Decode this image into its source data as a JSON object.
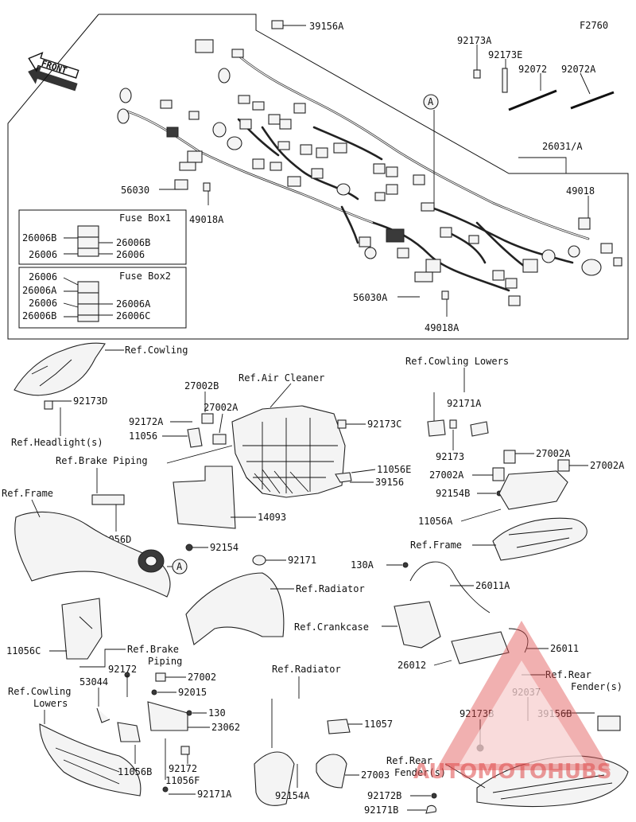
{
  "figure_code": "F2760",
  "front_label": "FRONT",
  "watermark": "AUTOMOTOHUBS",
  "fuse_box_1": {
    "title": "Fuse Box1",
    "left_labels": [
      "26006B",
      "26006"
    ],
    "right_labels": [
      "26006B",
      "26006"
    ]
  },
  "fuse_box_2": {
    "title": "Fuse Box2",
    "left_labels": [
      "26006",
      "26006A",
      "26006",
      "26006B"
    ],
    "right_labels": [
      "26006A",
      "26006C"
    ]
  },
  "part_labels": {
    "p39156A": "39156A",
    "p92173A": "92173A",
    "p92173E": "92173E",
    "p92072": "92072",
    "p92072A": "92072A",
    "p26031A": "26031/A",
    "p49018": "49018",
    "p56030": "56030",
    "p49018A_1": "49018A",
    "p56030A": "56030A",
    "p49018A_2": "49018A",
    "callout_A": "A",
    "refCowling": "Ref.Cowling",
    "p92173D": "92173D",
    "refHeadlight": "Ref.Headlight(s)",
    "p27002B": "27002B",
    "p27002A_1": "27002A",
    "p92172A": "92172A",
    "p11056": "11056",
    "refAirCleaner": "Ref.Air Cleaner",
    "p92173C": "92173C",
    "refBrakePiping": "Ref.Brake Piping",
    "p11056E": "11056E",
    "p39156": "39156",
    "refFrame_1": "Ref.Frame",
    "p14093": "14093",
    "p11056D": "11056D",
    "p92154": "92154",
    "refCowlingLowers_1": "Ref.Cowling Lowers",
    "p92171A_1": "92171A",
    "p92173": "92173",
    "p27002A_2": "27002A",
    "p27002A_3": "27002A",
    "p27002A_4": "27002A",
    "p92154B": "92154B",
    "p11056A": "11056A",
    "refFrame_2": "Ref.Frame",
    "p92171": "92171",
    "refRadiator_1": "Ref.Radiator",
    "p130A": "130A",
    "p26011A": "26011A",
    "refCrankcase": "Ref.Crankcase",
    "p11056C": "11056C",
    "refBrakePiping2_line1": "Ref.Brake",
    "refBrakePiping2_line2": "Piping",
    "p26011": "26011",
    "p26012": "26012",
    "refRearFender_1_line1": "Ref.Rear",
    "refRearFender_1_line2": "Fender(s)",
    "p92172": "92172",
    "p53044": "53044",
    "p27002": "27002",
    "refCowlingLowers_2_line1": "Ref.Cowling",
    "refCowlingLowers_2_line2": "Lowers",
    "p92015": "92015",
    "p130": "130",
    "p23062": "23062",
    "refRadiator_2": "Ref.Radiator",
    "p92037": "92037",
    "p92173B": "92173B",
    "p39156B": "39156B",
    "p11057": "11057",
    "p11056B": "11056B",
    "p92172_2": "92172",
    "p11056F": "11056F",
    "p92171A_2": "92171A",
    "p27003": "27003",
    "refRearFender_2_line1": "Ref.Rear",
    "refRearFender_2_line2": "Fender(s)",
    "p92154A": "92154A",
    "p92172B": "92172B",
    "p92171B": "92171B"
  }
}
